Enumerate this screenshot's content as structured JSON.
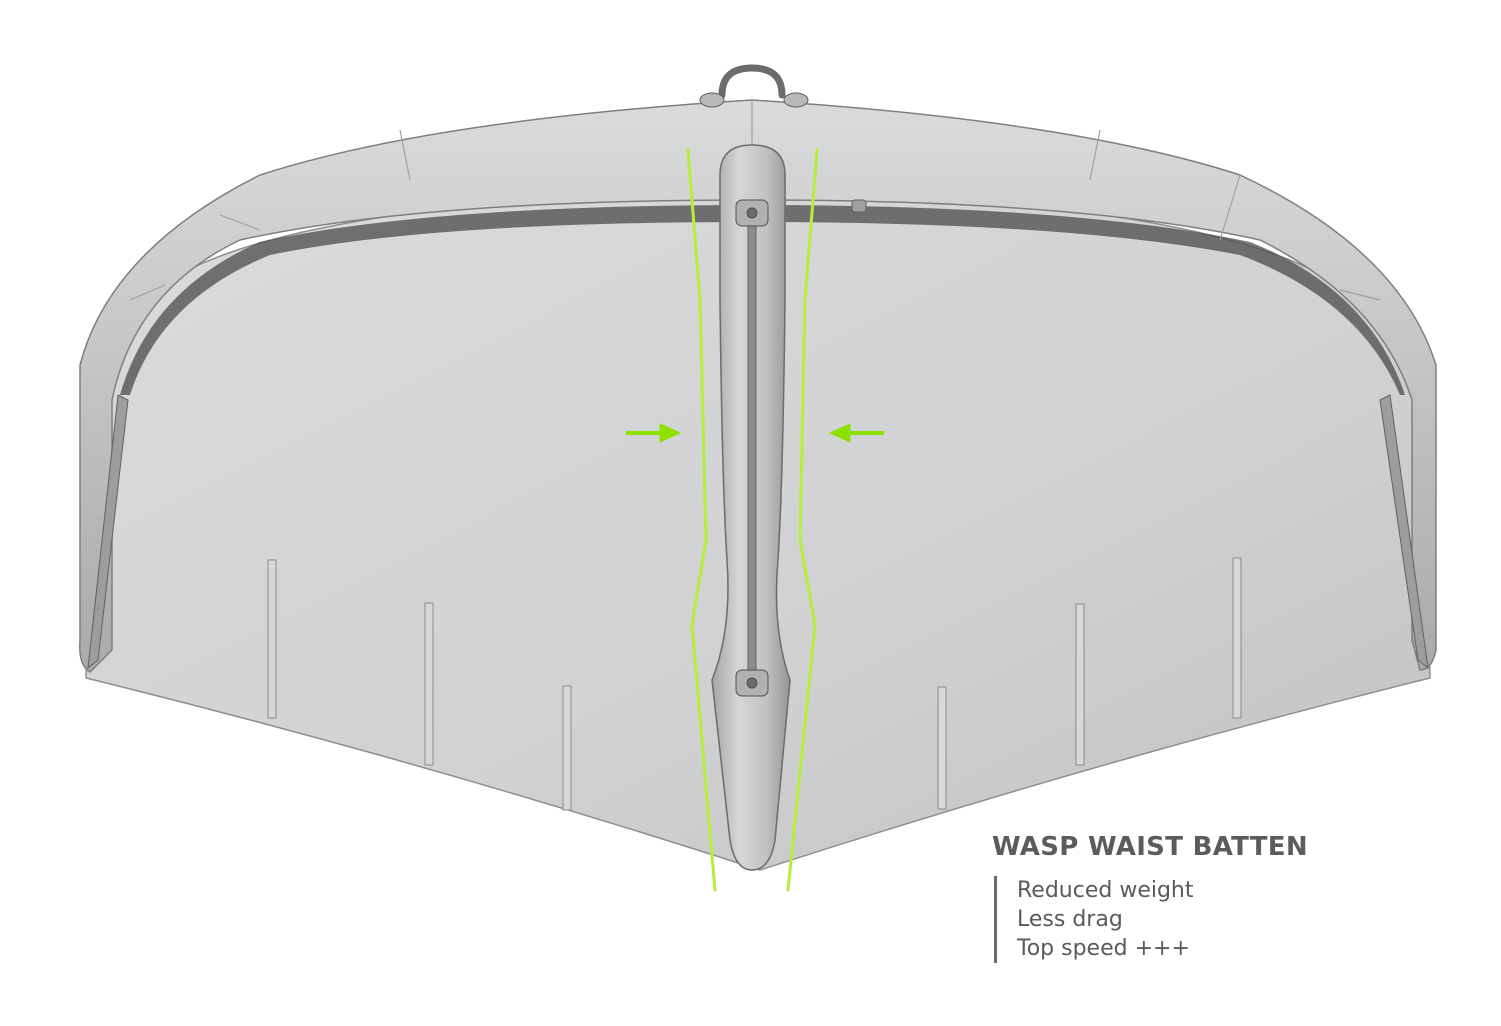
{
  "figure": {
    "colors": {
      "canopy": "#cfd1d3",
      "canopy_shadow": "#b9bbbd",
      "tube": "#c4c5c6",
      "tube_dark": "#9a9b9c",
      "outline": "#5e5f60",
      "highlight": "#a8f000"
    },
    "icons": {
      "handle": "handle-icon",
      "arrow_left": "arrow-right-icon",
      "arrow_right": "arrow-left-icon"
    }
  },
  "callout": {
    "title": "WASP WAIST BATTEN",
    "items": [
      "Reduced weight",
      "Less drag",
      "Top speed +++"
    ]
  }
}
